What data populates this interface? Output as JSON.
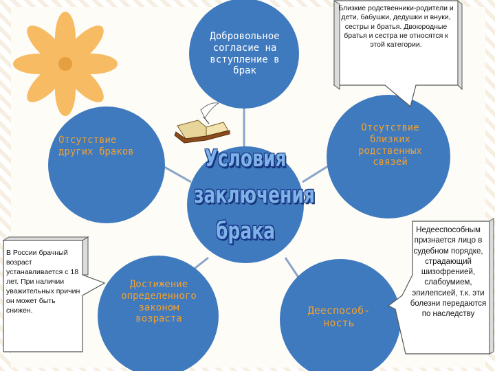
{
  "center": {
    "lines": [
      "Условия",
      "заключения",
      "брака"
    ]
  },
  "nodes": {
    "consent": "Добровольное согласие на вступление в брак",
    "no_other_marriages": "Отсутствие других браков",
    "no_close_relations": "Отсутствие близких родственных связей",
    "age": "Достижение определенного законом возраста",
    "capacity": "Дееспособ-ность"
  },
  "callouts": {
    "relatives": "Близкие родственники-родители и дети, бабушки, дедушки и внуки, сестры и братья. Двоюродные братья и сестра не относятся к этой категории.",
    "age_russia": "В России брачный возраст устанавливается с 18 лет. При наличии уважительных причин он может быть снижен.",
    "incapacity": "Недееспособным признается лицо в судебном порядке, страдающий шизофренией, слабоумием, эпилепсией, т.к. эти болезни передаются по наследству"
  },
  "colors": {
    "circle_fill": "#3f7abf",
    "connector": "#8aa4c8",
    "accent_text": "#f0a030",
    "title_fill": "#7fb3e8",
    "title_outline": "#1a3a8a",
    "flower": "#f5b04a"
  },
  "decorations": {
    "book": "open-book-with-quill-icon",
    "flower": "flower-icon"
  }
}
